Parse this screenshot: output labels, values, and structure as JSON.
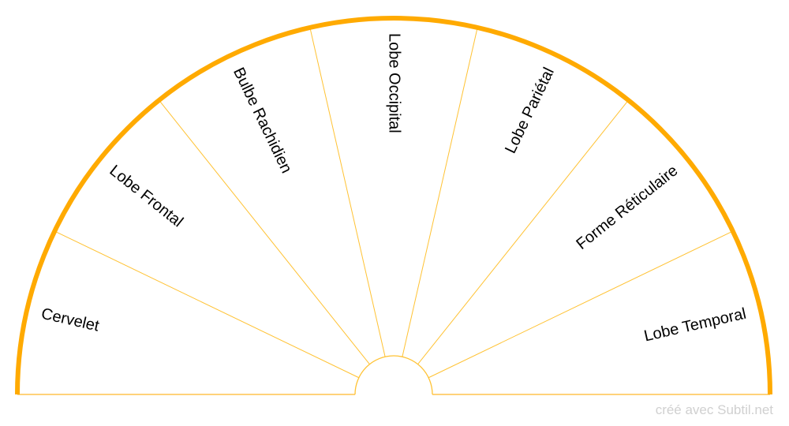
{
  "sectors": [
    {
      "label": "Cervelet"
    },
    {
      "label": "Lobe Frontal"
    },
    {
      "label": "Bulbe Rachidien"
    },
    {
      "label": "Lobe Occipital"
    },
    {
      "label": "Lobe Pariétal"
    },
    {
      "label": "Forme Réticulaire"
    },
    {
      "label": "Lobe Temporal"
    }
  ],
  "colors": {
    "outer_arc": "#FFAA00",
    "dividers": "#FFC233",
    "baseline": "#FFD27A",
    "text": "#000000"
  },
  "credit": "créé avec Subtil.net"
}
